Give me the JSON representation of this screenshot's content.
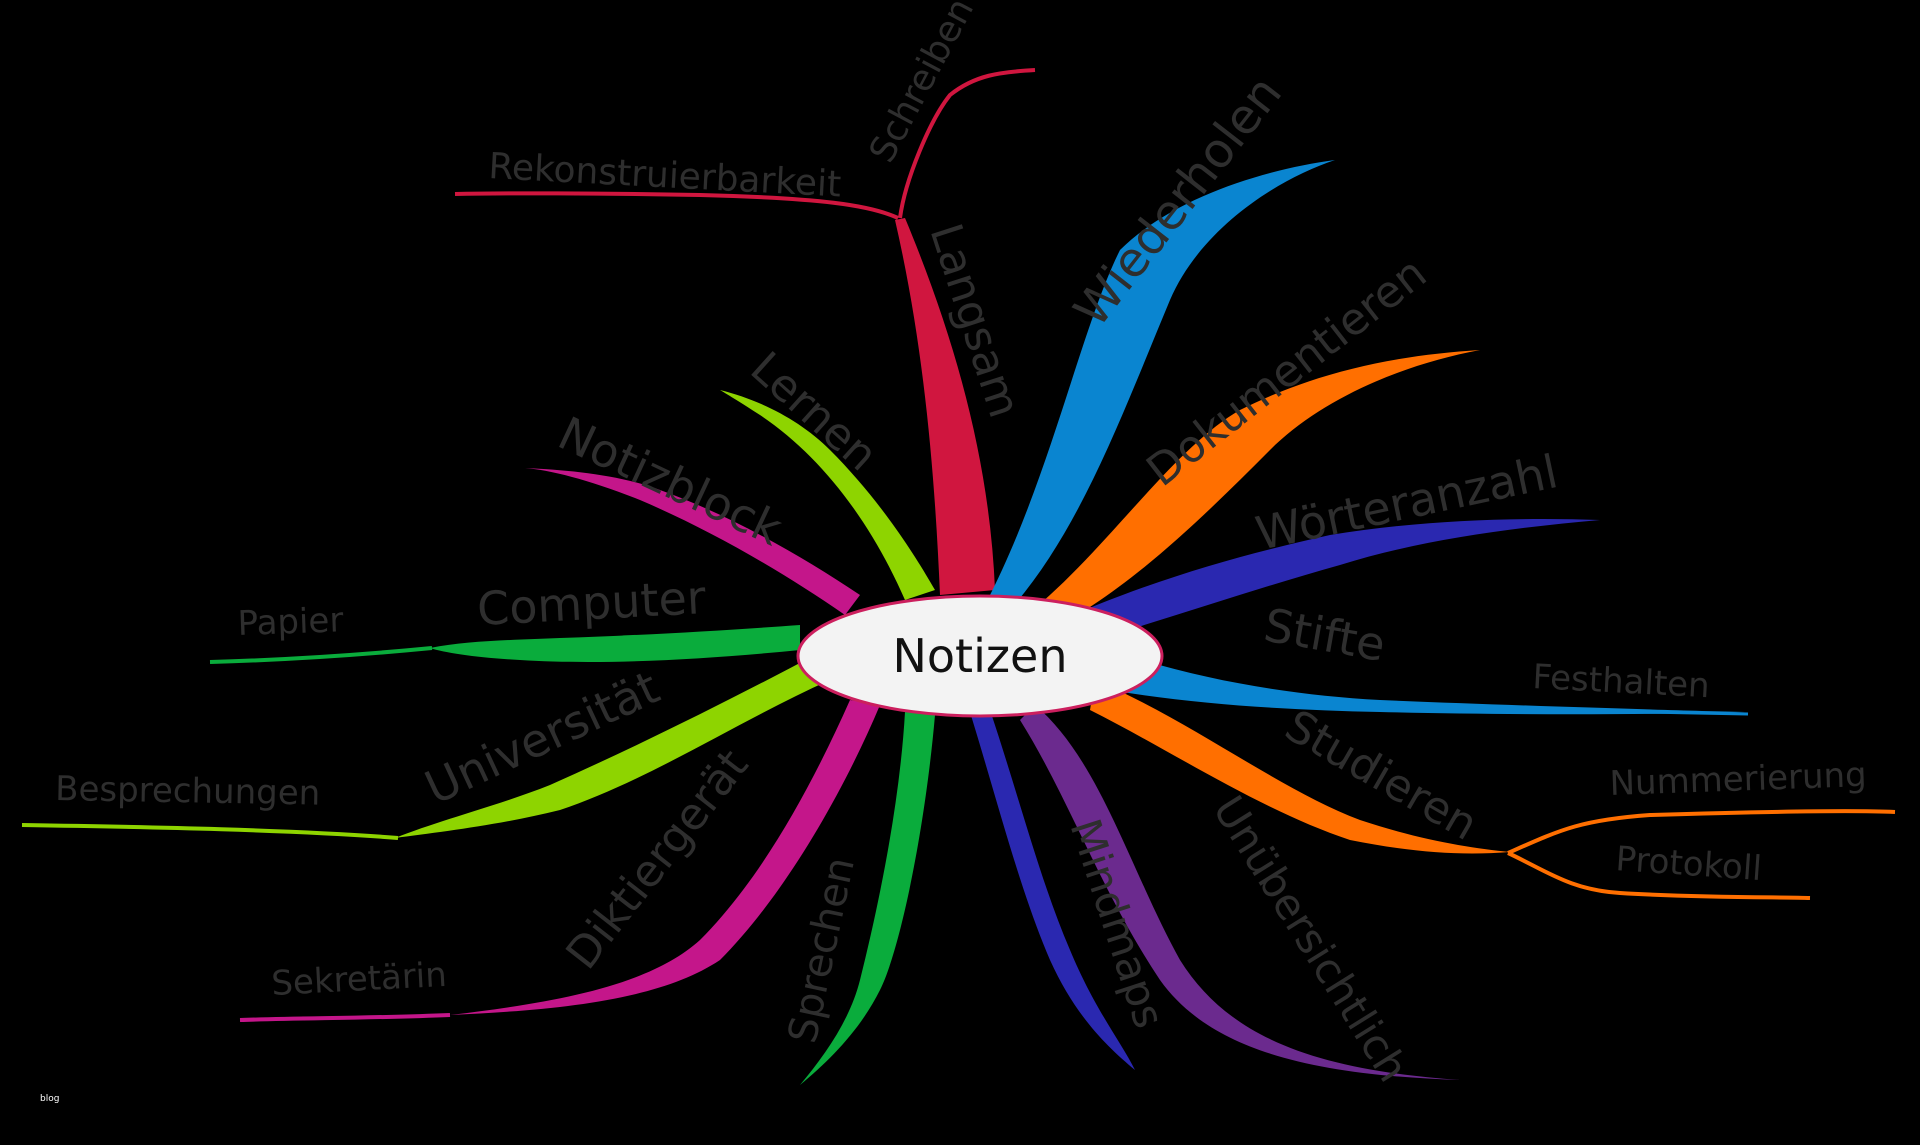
{
  "center": {
    "label": "Notizen",
    "fill": "#f3f3f3",
    "stroke": "#cc1f5e"
  },
  "branches": [
    {
      "id": "langsam",
      "label": "Langsam",
      "color": "#d0163f"
    },
    {
      "id": "wiederholen",
      "label": "Wiederholen",
      "color": "#0a85d0"
    },
    {
      "id": "dokumentieren",
      "label": "Dokumentieren",
      "color": "#ff6f00"
    },
    {
      "id": "woerteranzahl",
      "label": "Wörteranzahl",
      "color": "#2a28b0"
    },
    {
      "id": "stifte",
      "label": "Stifte",
      "color": "#0a85d0"
    },
    {
      "id": "studieren",
      "label": "Studieren",
      "color": "#ff6f00"
    },
    {
      "id": "unuebersichtlich",
      "label": "Unübersichtlich",
      "color": "#6b2a8e"
    },
    {
      "id": "mindmaps",
      "label": "Mindmaps",
      "color": "#2a28b0"
    },
    {
      "id": "sprechen",
      "label": "Sprechen",
      "color": "#0aac3c"
    },
    {
      "id": "diktiergeraet",
      "label": "Diktiergerät",
      "color": "#c4168a"
    },
    {
      "id": "universitaet",
      "label": "Universität",
      "color": "#8ed400"
    },
    {
      "id": "computer",
      "label": "Computer",
      "color": "#0aac3c"
    },
    {
      "id": "notizblock",
      "label": "Notizblock",
      "color": "#c4168a"
    },
    {
      "id": "lernen",
      "label": "Lernen",
      "color": "#8ed400"
    }
  ],
  "sub_branches": [
    {
      "id": "schreiben",
      "parent": "langsam",
      "label": "Schreiben"
    },
    {
      "id": "rekonstruierbarkeit",
      "parent": "langsam",
      "label": "Rekonstruierbarkeit"
    },
    {
      "id": "festhalten",
      "parent": "stifte",
      "label": "Festhalten"
    },
    {
      "id": "nummerierung",
      "parent": "studieren",
      "label": "Nummerierung"
    },
    {
      "id": "protokoll",
      "parent": "studieren",
      "label": "Protokoll"
    },
    {
      "id": "sekretaerin",
      "parent": "diktiergeraet",
      "label": "Sekretärin"
    },
    {
      "id": "besprechungen",
      "parent": "universitaet",
      "label": "Besprechungen"
    },
    {
      "id": "papier",
      "parent": "computer",
      "label": "Papier"
    }
  ],
  "footer": {
    "text": "blog"
  }
}
